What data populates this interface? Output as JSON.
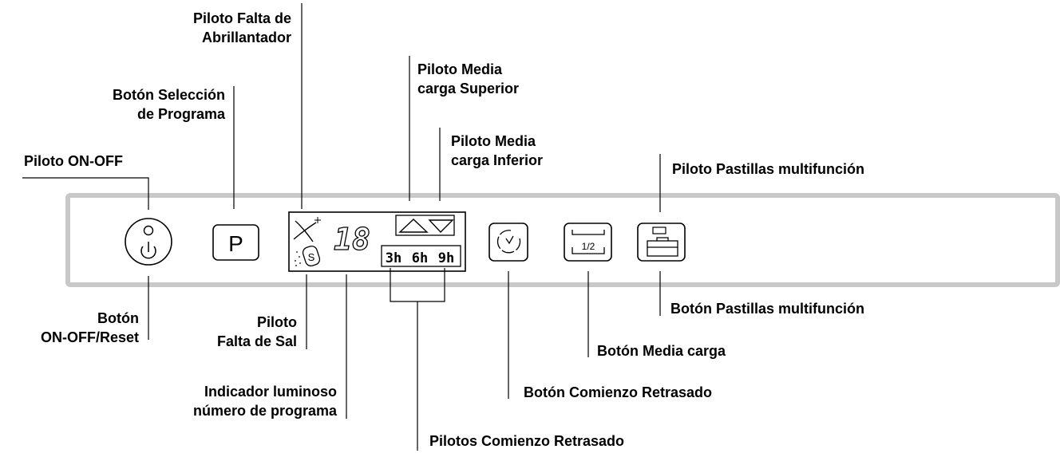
{
  "labels": {
    "abrillantador": [
      "Piloto Falta de",
      "Abrillantador"
    ],
    "seleccion": [
      "Botón Selección",
      "de Programa"
    ],
    "onoff_piloto": [
      "Piloto ON-OFF"
    ],
    "media_superior": [
      "Piloto Media",
      "carga Superior"
    ],
    "media_inferior": [
      "Piloto Media",
      "carga Inferior"
    ],
    "pastillas_piloto": [
      "Piloto Pastillas multifunción"
    ],
    "pastillas_boton": [
      "Botón Pastillas multifunción"
    ],
    "onoff_boton": [
      "Botón",
      "ON-OFF/Reset"
    ],
    "sal": [
      "Piloto",
      "Falta de Sal"
    ],
    "media_boton": [
      "Botón Media carga"
    ],
    "indicador": [
      "Indicador luminoso",
      "número de programa"
    ],
    "comienzo_boton": [
      "Botón Comienzo Retrasado"
    ],
    "comienzo_pilotos": [
      "Pilotos Comienzo Retrasado"
    ]
  },
  "panel": {
    "program_button": "P",
    "display_digits": "18",
    "delay_hours": [
      "3h",
      "6h",
      "9h"
    ],
    "half_load_text": "1/2",
    "salt_symbol": "S"
  },
  "colors": {
    "panel_border": "#c8c8c8",
    "line": "#000000"
  }
}
